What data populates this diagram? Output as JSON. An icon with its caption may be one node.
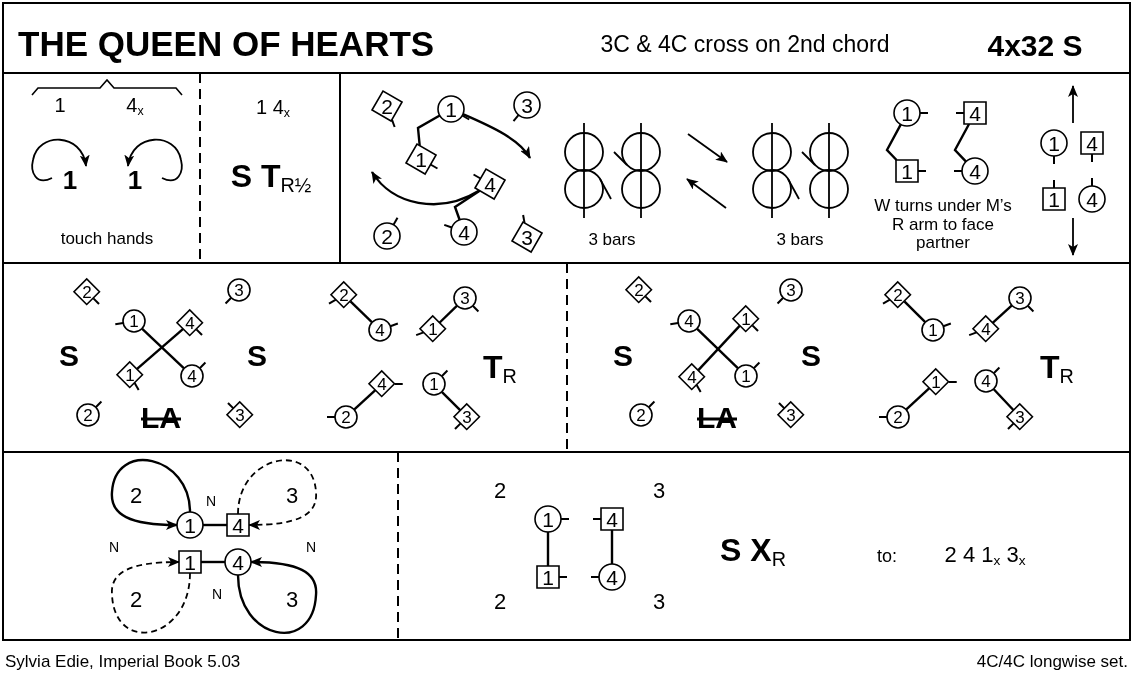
{
  "diagram": {
    "title": "THE QUEEN OF HEARTS",
    "nodes": [
      {
        "text": [
          "2"
        ]
      },
      {
        "text": [
          "1"
        ]
      },
      {
        "text": [
          "3"
        ]
      },
      {
        "text": [
          "1"
        ]
      },
      {
        "text": [
          "4"
        ]
      },
      {
        "text": [
          "2"
        ]
      },
      {
        "text": [
          "4"
        ]
      },
      {
        "text": [
          "3"
        ]
      },
      {
        "text": [
          "1"
        ]
      },
      {
        "text": [
          "4"
        ]
      },
      {
        "text": [
          "1"
        ]
      },
      {
        "text": [
          "4"
        ]
      },
      {
        "text": [
          "1"
        ]
      },
      {
        "text": [
          "4"
        ]
      },
      {
        "text": [
          "1"
        ]
      },
      {
        "text": [
          "4"
        ]
      },
      {
        "text": [
          "2"
        ]
      },
      {
        "text": [
          "3"
        ]
      },
      {
        "text": [
          "1"
        ]
      },
      {
        "text": [
          "4"
        ]
      },
      {
        "text": [
          "1"
        ]
      },
      {
        "text": [
          "4"
        ]
      },
      {
        "text": [
          "2"
        ]
      },
      {
        "text": [
          "3"
        ]
      },
      {
        "text": [
          "2"
        ]
      },
      {
        "text": [
          "4"
        ]
      },
      {
        "text": [
          "1"
        ]
      },
      {
        "text": [
          "3"
        ]
      },
      {
        "text": [
          "2"
        ]
      },
      {
        "text": [
          "4"
        ]
      },
      {
        "text": [
          "1"
        ]
      },
      {
        "text": [
          "3"
        ]
      },
      {
        "text": [
          "2"
        ]
      },
      {
        "text": [
          "3"
        ]
      },
      {
        "text": [
          "4"
        ]
      },
      {
        "text": [
          "1"
        ]
      },
      {
        "text": [
          "4"
        ]
      },
      {
        "text": [
          "1"
        ]
      },
      {
        "text": [
          "2"
        ]
      },
      {
        "text": [
          "3"
        ]
      },
      {
        "text": [
          "2"
        ]
      },
      {
        "text": [
          "1"
        ]
      },
      {
        "text": [
          "4"
        ]
      },
      {
        "text": [
          "3"
        ]
      },
      {
        "text": [
          "2"
        ]
      },
      {
        "text": [
          "1"
        ]
      },
      {
        "text": [
          "4"
        ]
      },
      {
        "text": [
          "3"
        ]
      },
      {
        "text": [
          "1"
        ]
      },
      {
        "text": [
          "4"
        ]
      },
      {
        "text": [
          "1"
        ]
      },
      {
        "text": [
          "4"
        ]
      },
      {
        "text": [
          "1"
        ]
      },
      {
        "text": [
          "4"
        ]
      },
      {
        "text": [
          "1"
        ]
      },
      {
        "text": [
          "4"
        ]
      }
    ],
    "edges": [
      {
        "from": 1,
        "to": 3,
        "arrow": "none"
      },
      {
        "from": 4,
        "to": 6,
        "arrow": "none"
      },
      {
        "from": 1,
        "to": null,
        "arrow": "to"
      },
      {
        "from": 4,
        "to": null,
        "arrow": "to"
      },
      {
        "from": 8,
        "to": 10,
        "arrow": "none"
      },
      {
        "from": 9,
        "to": 11,
        "arrow": "none"
      },
      {
        "from": 18,
        "to": 21,
        "arrow": "none"
      },
      {
        "from": 19,
        "to": 20,
        "arrow": "none"
      },
      {
        "from": 24,
        "to": 25,
        "arrow": "none"
      },
      {
        "from": 26,
        "to": 27,
        "arrow": "none"
      },
      {
        "from": 28,
        "to": 29,
        "arrow": "none"
      },
      {
        "from": 30,
        "to": 31,
        "arrow": "none"
      },
      {
        "from": 34,
        "to": 37,
        "arrow": "none"
      },
      {
        "from": 35,
        "to": 36,
        "arrow": "none"
      },
      {
        "from": 40,
        "to": 41,
        "arrow": "none"
      },
      {
        "from": 42,
        "to": 43,
        "arrow": "none"
      },
      {
        "from": 44,
        "to": 45,
        "arrow": "none"
      },
      {
        "from": 46,
        "to": 47,
        "arrow": "none"
      },
      {
        "from": 48,
        "to": 49,
        "arrow": "none"
      },
      {
        "from": 50,
        "to": 51,
        "arrow": "none"
      },
      {
        "from": 48,
        "to": 48,
        "arrow": "to"
      },
      {
        "from": 49,
        "to": 49,
        "arrow": "to",
        "style": "dashed"
      },
      {
        "from": 50,
        "to": 50,
        "arrow": "to",
        "style": "dashed"
      },
      {
        "from": 51,
        "to": 51,
        "arrow": "to"
      },
      {
        "from": 52,
        "to": 54,
        "arrow": "none"
      },
      {
        "from": 53,
        "to": 55,
        "arrow": "none"
      }
    ],
    "labels": [
      "3C & 4C cross on 2nd chord",
      "4x32 S",
      "1",
      "4$_{x}$",
      "1",
      "1",
      "touch hands",
      "1 4$_{x}$",
      "**S T**$_{R½}$",
      "3 bars",
      "3 bars",
      "W turns under M’s R arm to face partner",
      "S",
      "S",
      "LA",
      "**T**$_{R}$",
      "S",
      "S",
      "LA",
      "**T**$_{R}$",
      "2",
      "N",
      "3",
      "N",
      "N",
      "2",
      "N",
      "3",
      "2",
      "3",
      "**S X**$_{R}$",
      "to:",
      "2 4 1$_{x}$ 3$_{x}$",
      "2",
      "3",
      "Sylvia Edie, Imperial Book 5.03",
      "4C/4C longwise set."
    ]
  }
}
